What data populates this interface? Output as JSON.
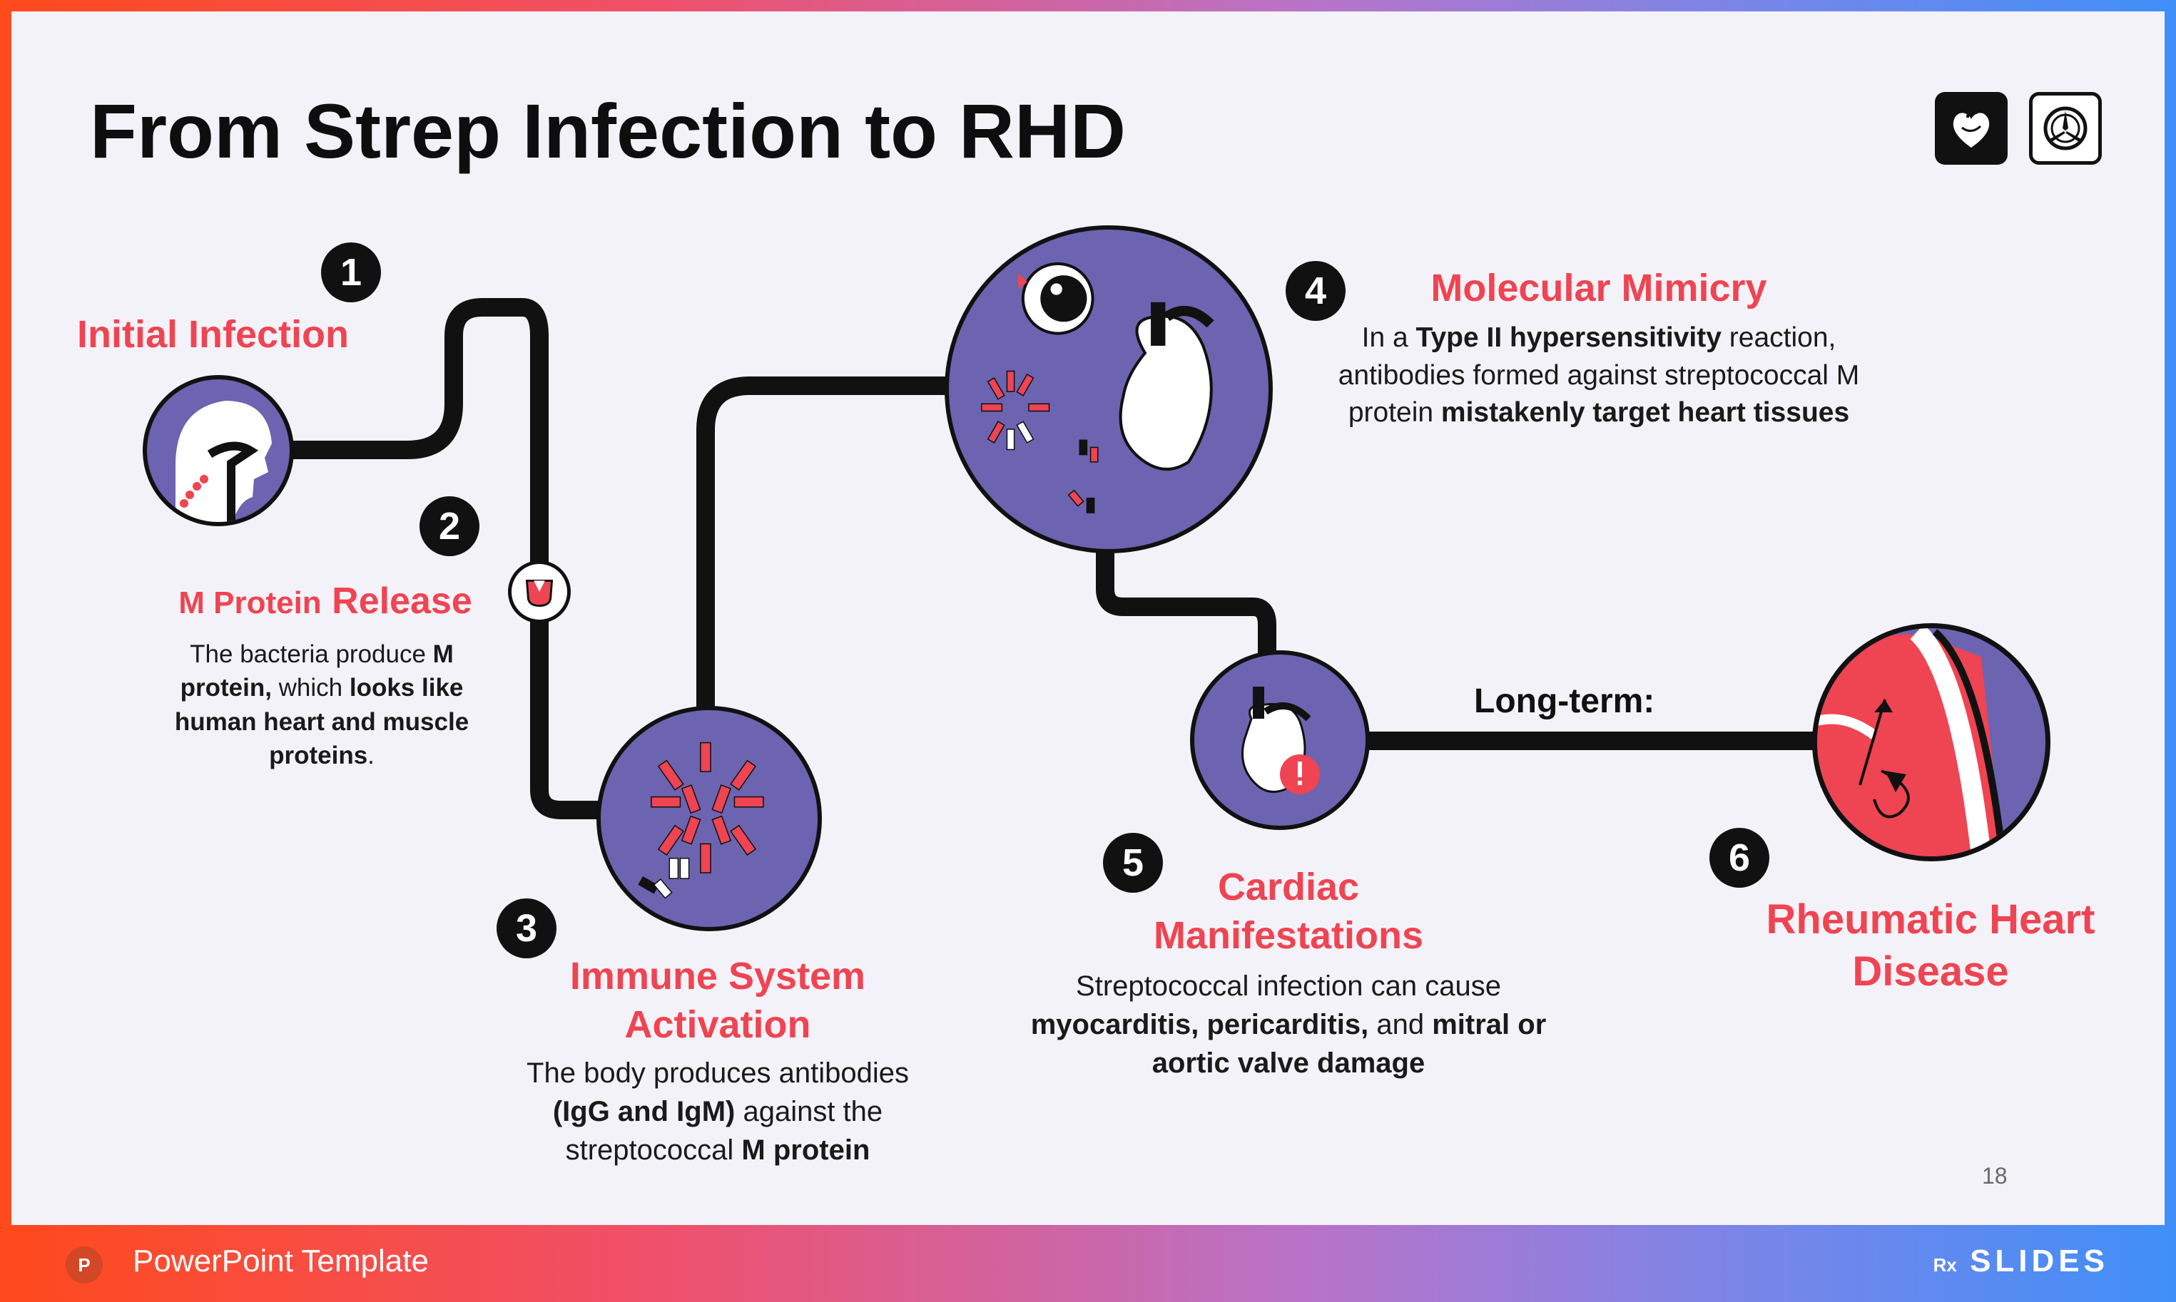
{
  "slide": {
    "title": "From Strep Infection to RHD",
    "page_number": "18"
  },
  "footer": {
    "app_label": "PowerPoint Template",
    "app_icon_letter": "P",
    "brand": "SLIDES",
    "brand_prefix": "Rx"
  },
  "steps": [
    {
      "number": "1",
      "heading": "Initial Infection"
    },
    {
      "number": "2",
      "heading_a": "M Protein",
      "heading_b": "Release",
      "desc": [
        {
          "t": "The bacteria produce "
        },
        {
          "t": "M protein,",
          "b": true
        },
        {
          "t": " which "
        },
        {
          "t": "looks like human heart and muscle proteins",
          "b": true
        },
        {
          "t": "."
        }
      ]
    },
    {
      "number": "3",
      "heading": "Immune System Activation",
      "desc": [
        {
          "t": "The body produces antibodies "
        },
        {
          "t": "(IgG and IgM)",
          "b": true
        },
        {
          "t": " against the streptococcal "
        },
        {
          "t": "M protein",
          "b": true
        }
      ]
    },
    {
      "number": "4",
      "heading": "Molecular Mimicry",
      "desc": [
        {
          "t": "In a "
        },
        {
          "t": "Type II hypersensitivity",
          "b": true
        },
        {
          "t": " reaction, antibodies formed against streptococcal M protein "
        },
        {
          "t": "mistakenly target heart tissues",
          "b": true
        }
      ]
    },
    {
      "number": "5",
      "heading": "Cardiac Manifestations",
      "desc": [
        {
          "t": "Streptococcal infection can cause "
        },
        {
          "t": "myocarditis, pericarditis,",
          "b": true
        },
        {
          "t": " and "
        },
        {
          "t": "mitral or aortic valve damage",
          "b": true
        }
      ]
    },
    {
      "number": "6",
      "heading": "Rheumatic Heart Disease"
    }
  ],
  "connector_label": "Long-term:",
  "colors": {
    "accent": "#ef4452",
    "circle": "#6c64b0",
    "path": "#111111",
    "slide_bg": "#f3f2f8"
  },
  "icons": [
    "heart-icon",
    "mercedes-logo-icon",
    "m-protein-icon",
    "powerpoint-icon"
  ]
}
